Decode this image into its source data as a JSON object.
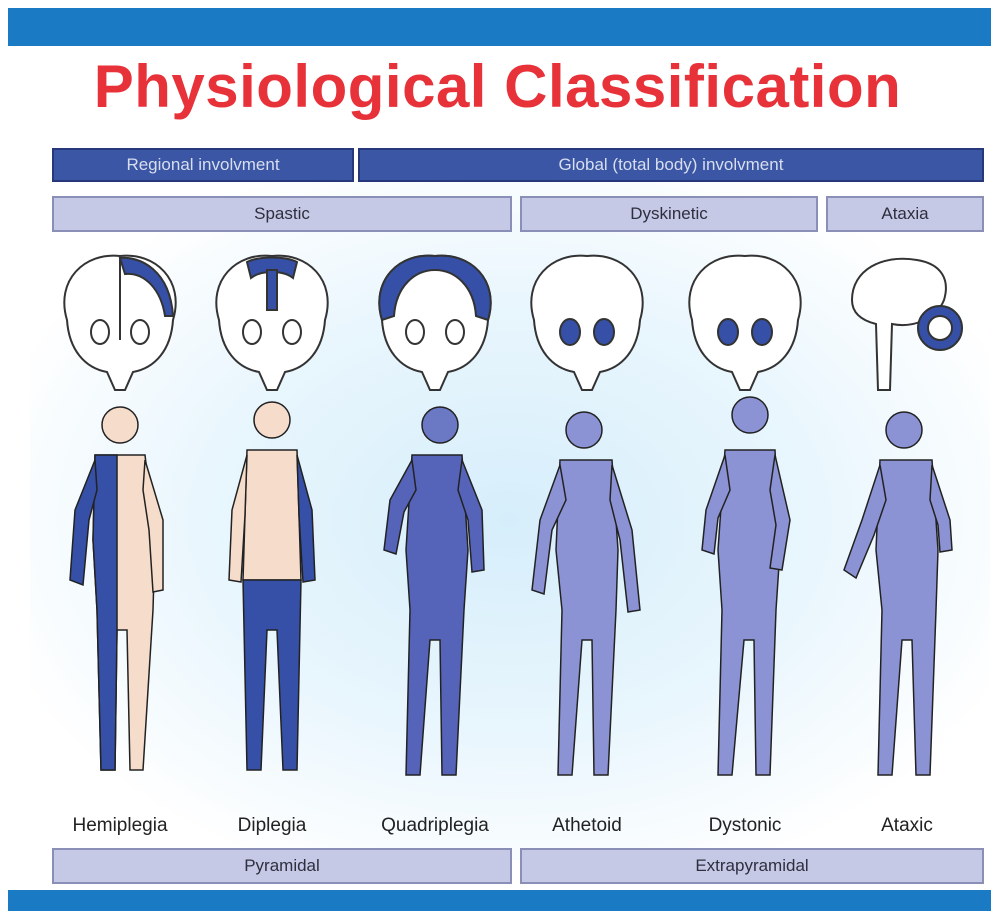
{
  "title": "Physiological Classification",
  "colors": {
    "title": "#e8323a",
    "bar": "#1b7ac4",
    "dark_header": "#3a56a4",
    "light_header": "#c5c9e6",
    "affected": "#3550a6",
    "affected_light": "#8c93d4",
    "skin": "#f6dccb"
  },
  "headers": {
    "regional": "Regional involvment",
    "global": "Global (total body) involvment",
    "spastic": "Spastic",
    "dyskinetic": "Dyskinetic",
    "ataxia": "Ataxia",
    "pyramidal": "Pyramidal",
    "extrapyramidal": "Extrapyramidal"
  },
  "figures": [
    {
      "label": "Hemiplegia"
    },
    {
      "label": "Diplegia"
    },
    {
      "label": "Quadriplegia"
    },
    {
      "label": "Athetoid"
    },
    {
      "label": "Dystonic"
    },
    {
      "label": "Ataxic"
    }
  ]
}
